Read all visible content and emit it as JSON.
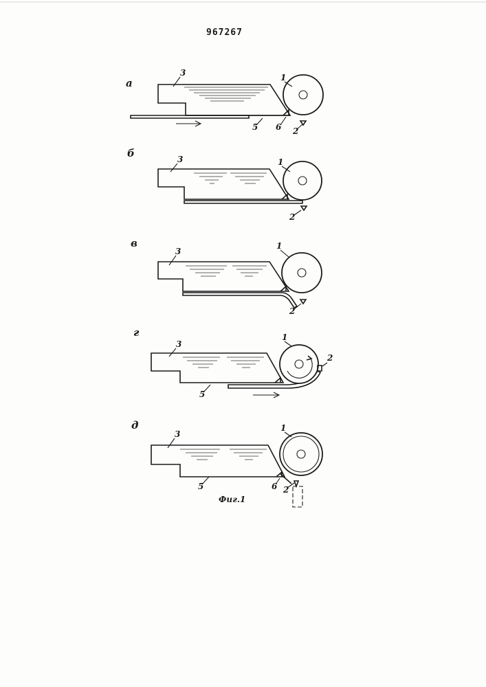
{
  "document": {
    "patent_number": "967267",
    "figure_caption": "Фиг.1"
  },
  "panels": [
    {
      "letter": "а",
      "labels": [
        "3",
        "1",
        "5",
        "6",
        "2"
      ]
    },
    {
      "letter": "б",
      "labels": [
        "3",
        "1",
        "2"
      ]
    },
    {
      "letter": "в",
      "labels": [
        "3",
        "1",
        "2"
      ]
    },
    {
      "letter": "г",
      "labels": [
        "3",
        "1",
        "5",
        "2"
      ]
    },
    {
      "letter": "д",
      "labels": [
        "3",
        "1",
        "5",
        "6",
        "2"
      ]
    }
  ]
}
